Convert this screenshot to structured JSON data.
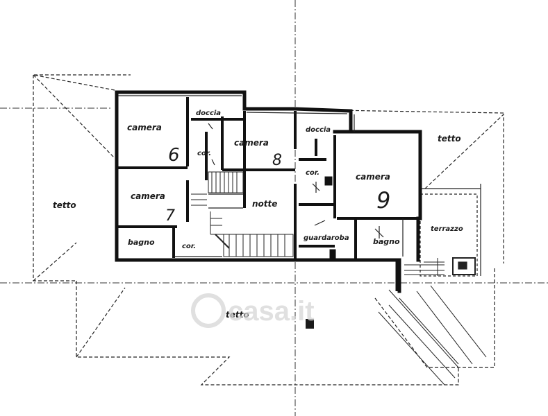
{
  "labels": {
    "camera": "camera",
    "room_6": "6",
    "room_7": "7",
    "room_8": "8",
    "room_9": "9",
    "cor": "cor.",
    "doccia": "doccia",
    "notte": "notte",
    "bagno": "bagno",
    "guardaroba": "guardaroba",
    "terrazzo": "terrazzo",
    "tetto": "tetto"
  },
  "watermark": "casa.it"
}
